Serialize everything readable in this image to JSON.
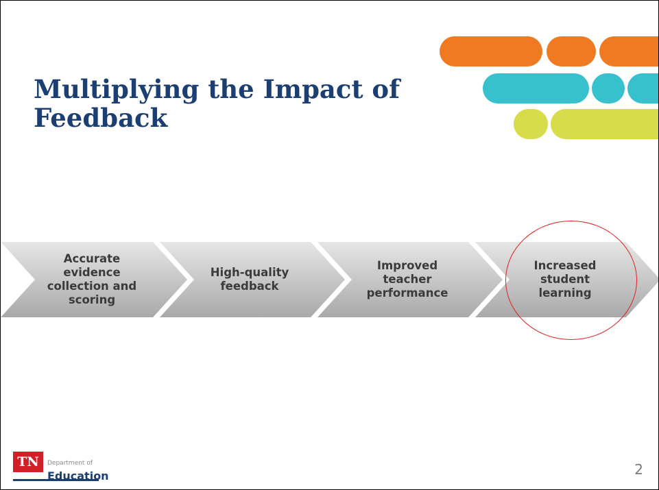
{
  "slide": {
    "title": "Multiplying the Impact of Feedback",
    "page_number": "2"
  },
  "process_steps": [
    {
      "label": "Accurate evidence collection and scoring"
    },
    {
      "label": "High-quality feedback"
    },
    {
      "label": "Improved teacher performance"
    },
    {
      "label": "Increased student learning",
      "highlighted": true
    }
  ],
  "logo": {
    "state": "TN",
    "dept": "Department of",
    "name": "Education"
  },
  "colors": {
    "title": "#1c3f73",
    "orange": "#f07a22",
    "teal": "#37c1cc",
    "lime": "#d6dc4a",
    "chevron_light": "#e6e6e6",
    "chevron_dark": "#a9a9a9",
    "highlight": "#e02020"
  }
}
